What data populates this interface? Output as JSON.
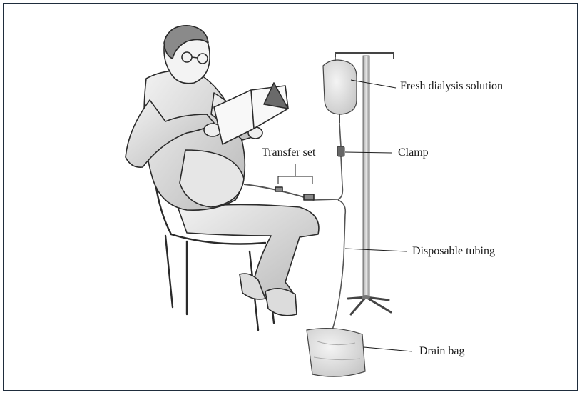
{
  "labels": {
    "fresh_solution": "Fresh dialysis solution",
    "clamp": "Clamp",
    "transfer_set": "Transfer set",
    "disposable_tubing": "Disposable tubing",
    "drain_bag": "Drain bag"
  },
  "colors": {
    "frame": "#1f2d3d",
    "ink": "#2a2a2a",
    "shade": "#9a9a9a"
  }
}
